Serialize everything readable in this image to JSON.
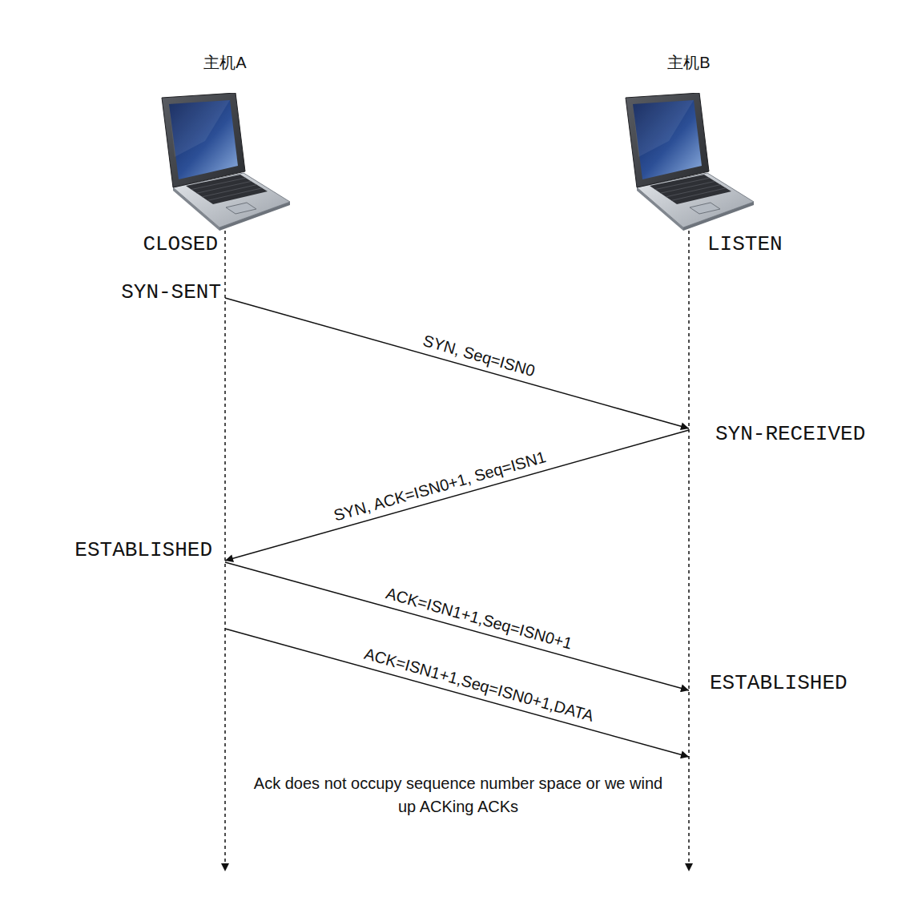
{
  "diagram": {
    "nodes": [
      {
        "text": [
          "主机A"
        ]
      },
      {
        "text": [
          "主机B"
        ]
      }
    ],
    "edges": [
      {
        "from": 0,
        "to": 1,
        "arrow": "to",
        "label": "SYN, Seq=ISN0"
      },
      {
        "from": 1,
        "to": 0,
        "arrow": "to",
        "label": "SYN, ACK=ISN0+1, Seq=ISN1"
      },
      {
        "from": 0,
        "to": 1,
        "arrow": "to",
        "label": "ACK=ISN1+1,Seq=ISN0+1"
      },
      {
        "from": 0,
        "to": 1,
        "arrow": "to",
        "label": "ACK=ISN1+1,Seq=ISN0+1,DATA"
      }
    ],
    "labels": [
      "CLOSED",
      "LISTEN",
      "SYN-SENT",
      "SYN-RECEIVED",
      "ESTABLISHED",
      "ESTABLISHED",
      "Ack does not occupy sequence number space or we wind up ACKing ACKs"
    ]
  }
}
